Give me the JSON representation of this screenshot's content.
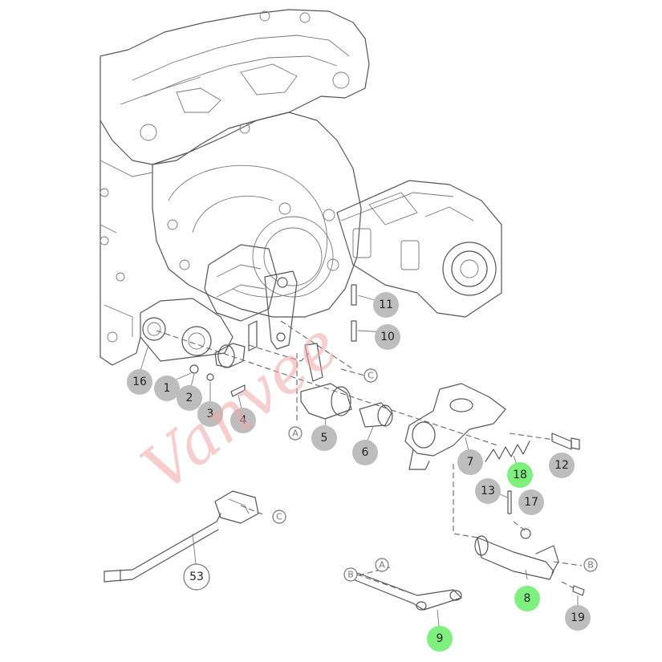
{
  "diagram": {
    "callouts": [
      {
        "label": "1",
        "color": "gray"
      },
      {
        "label": "2",
        "color": "gray"
      },
      {
        "label": "3",
        "color": "gray"
      },
      {
        "label": "4",
        "color": "gray"
      },
      {
        "label": "5",
        "color": "gray"
      },
      {
        "label": "6",
        "color": "gray"
      },
      {
        "label": "7",
        "color": "gray"
      },
      {
        "label": "8",
        "color": "green"
      },
      {
        "label": "9",
        "color": "green"
      },
      {
        "label": "10",
        "color": "gray"
      },
      {
        "label": "11",
        "color": "gray"
      },
      {
        "label": "12",
        "color": "gray"
      },
      {
        "label": "13",
        "color": "gray"
      },
      {
        "label": "16",
        "color": "gray"
      },
      {
        "label": "17",
        "color": "gray"
      },
      {
        "label": "18",
        "color": "green"
      },
      {
        "label": "19",
        "color": "gray"
      },
      {
        "label": "53",
        "color": "white"
      }
    ],
    "reference_markers": [
      "A",
      "A",
      "B",
      "B",
      "C",
      "C"
    ],
    "watermark": "Vanvee",
    "colors": {
      "callout_gray": "#bdbdbd",
      "callout_green": "#7ef07e",
      "line": "#555555",
      "watermark": "#f2a6a6"
    }
  }
}
